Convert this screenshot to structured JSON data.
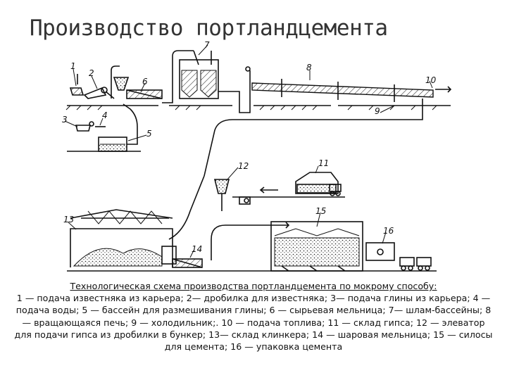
{
  "title": "Производство портландцемента",
  "caption": {
    "heading": "Технологическая схема производства портландцемента по мокрому способу:",
    "body": "1 — подача известняка из карьера; 2— дробилка для известняка; 3— подача глины из карьера; 4 — подача воды; 5 — бассейн для размешивания глины; 6 — сырьевая мельница; 7— шлам-бассейны; 8 — вращающаяся печь; 9 — холодильник;. 10 — подача топлива; 11 — склад гипса; 12 — элеватор для подачи гипса из дробилки в бункер; 13— склад клинкера; 14 — шаровая мельница; 15 — силосы для цемента; 16 — упаковка цемента"
  },
  "labels": {
    "n1": "1",
    "n2": "2",
    "n3": "3",
    "n4": "4",
    "n5": "5",
    "n6": "6",
    "n7": "7",
    "n8": "8",
    "n9": "9",
    "n10": "10",
    "n11": "11",
    "n12": "12",
    "n13": "13",
    "n14": "14",
    "n15": "15",
    "n16": "16"
  },
  "colors": {
    "line": "#111111",
    "title": "#333333"
  }
}
